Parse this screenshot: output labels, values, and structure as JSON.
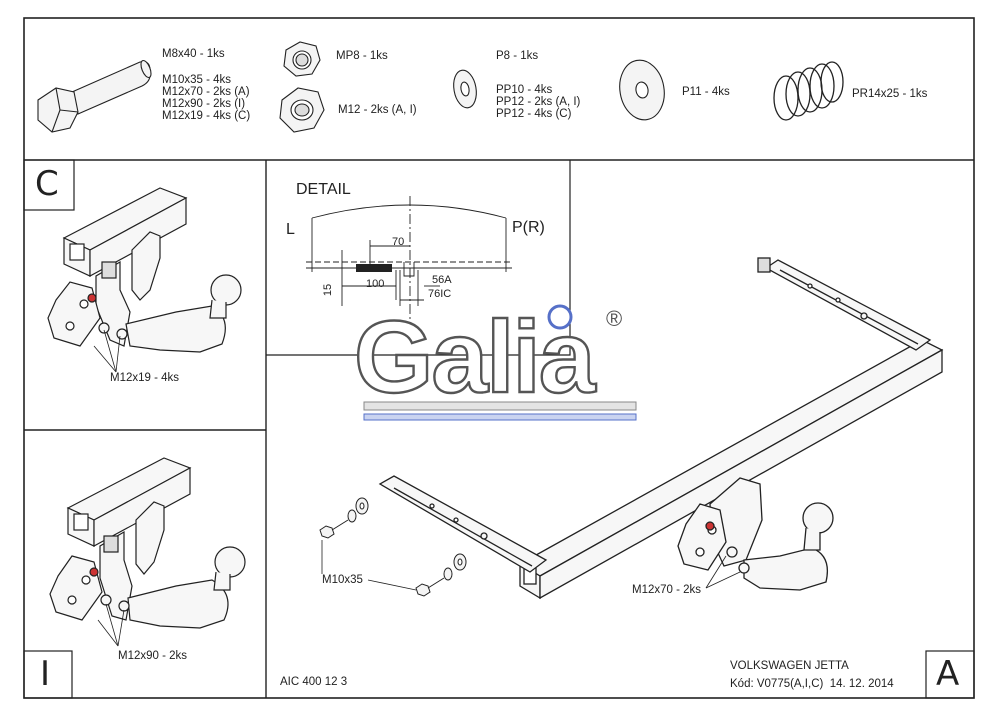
{
  "parts": {
    "bolt_line1": "M8x40 - 1ks",
    "bolt_lines": [
      "M10x35 - 4ks",
      "M12x70 - 2ks (A)",
      "M12x90 - 2ks (I)",
      "M12x19 - 4ks (C)"
    ],
    "nut_mp8": "MP8 - 1ks",
    "nut_m12": "M12 - 2ks (A, I)",
    "washer_line1": "P8 - 1ks",
    "washer_lines": [
      "PP10 - 4ks",
      "PP12 - 2ks (A, I)",
      "PP12 - 4ks (C)"
    ],
    "washer_p11": "P11 - 4ks",
    "spring": "PR14x25 - 1ks"
  },
  "panel_c": {
    "letter": "C",
    "bolt_label": "M12x19 - 4ks"
  },
  "panel_i": {
    "letter": "I",
    "bolt_label": "M12x90 - 2ks"
  },
  "panel_a": {
    "letter": "A",
    "bolt_label": "M12x70 - 2ks",
    "side_bolt_label": "M10x35"
  },
  "detail": {
    "title": "DETAIL",
    "left": "L",
    "right": "P(R)",
    "dim_70": "70",
    "dim_15": "15",
    "dim_100": "100",
    "dim_56a": "56A",
    "dim_76ic": "76IC"
  },
  "logo": {
    "text": "Galia",
    "mark": "®"
  },
  "footer": {
    "code": "AIC 400 12 3",
    "vehicle": "VOLKSWAGEN JETTA",
    "kod": "Kód: V0775(A,I,C)  14. 12. 2014"
  }
}
